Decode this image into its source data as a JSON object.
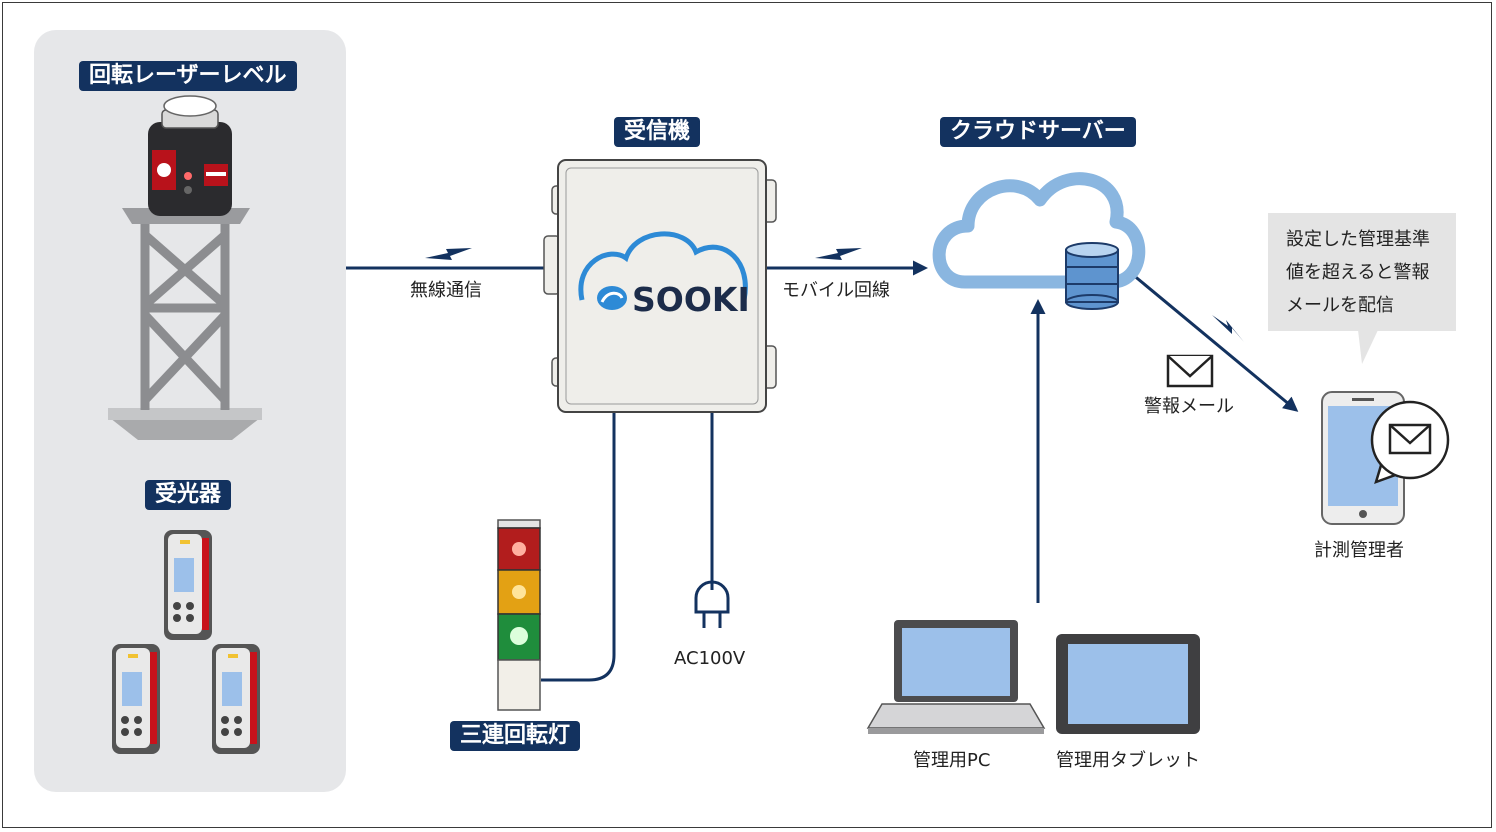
{
  "tags": {
    "rotating_laser_level": "回転レーザーレベル",
    "receiver_device": "受光器",
    "receiving_unit": "受信機",
    "cloud_server": "クラウドサーバー",
    "tower_light": "三連回転灯"
  },
  "links": {
    "wireless": "無線通信",
    "mobile_line": "モバイル回線",
    "power": "AC100V",
    "alert_mail": "警報メール"
  },
  "devices": {
    "admin_pc": "管理用PC",
    "admin_tablet": "管理用タブレット",
    "manager": "計測管理者"
  },
  "brand": {
    "logo_text": "SOOKI"
  },
  "callout": {
    "lines": [
      "設定した管理基準",
      "値を超えると警報",
      "メールを配信"
    ]
  },
  "colors": {
    "navy": "#13325f",
    "cloud_stroke": "#8ab6e0",
    "panel": "#e6e7e9",
    "screen": "#9cc0ea"
  }
}
